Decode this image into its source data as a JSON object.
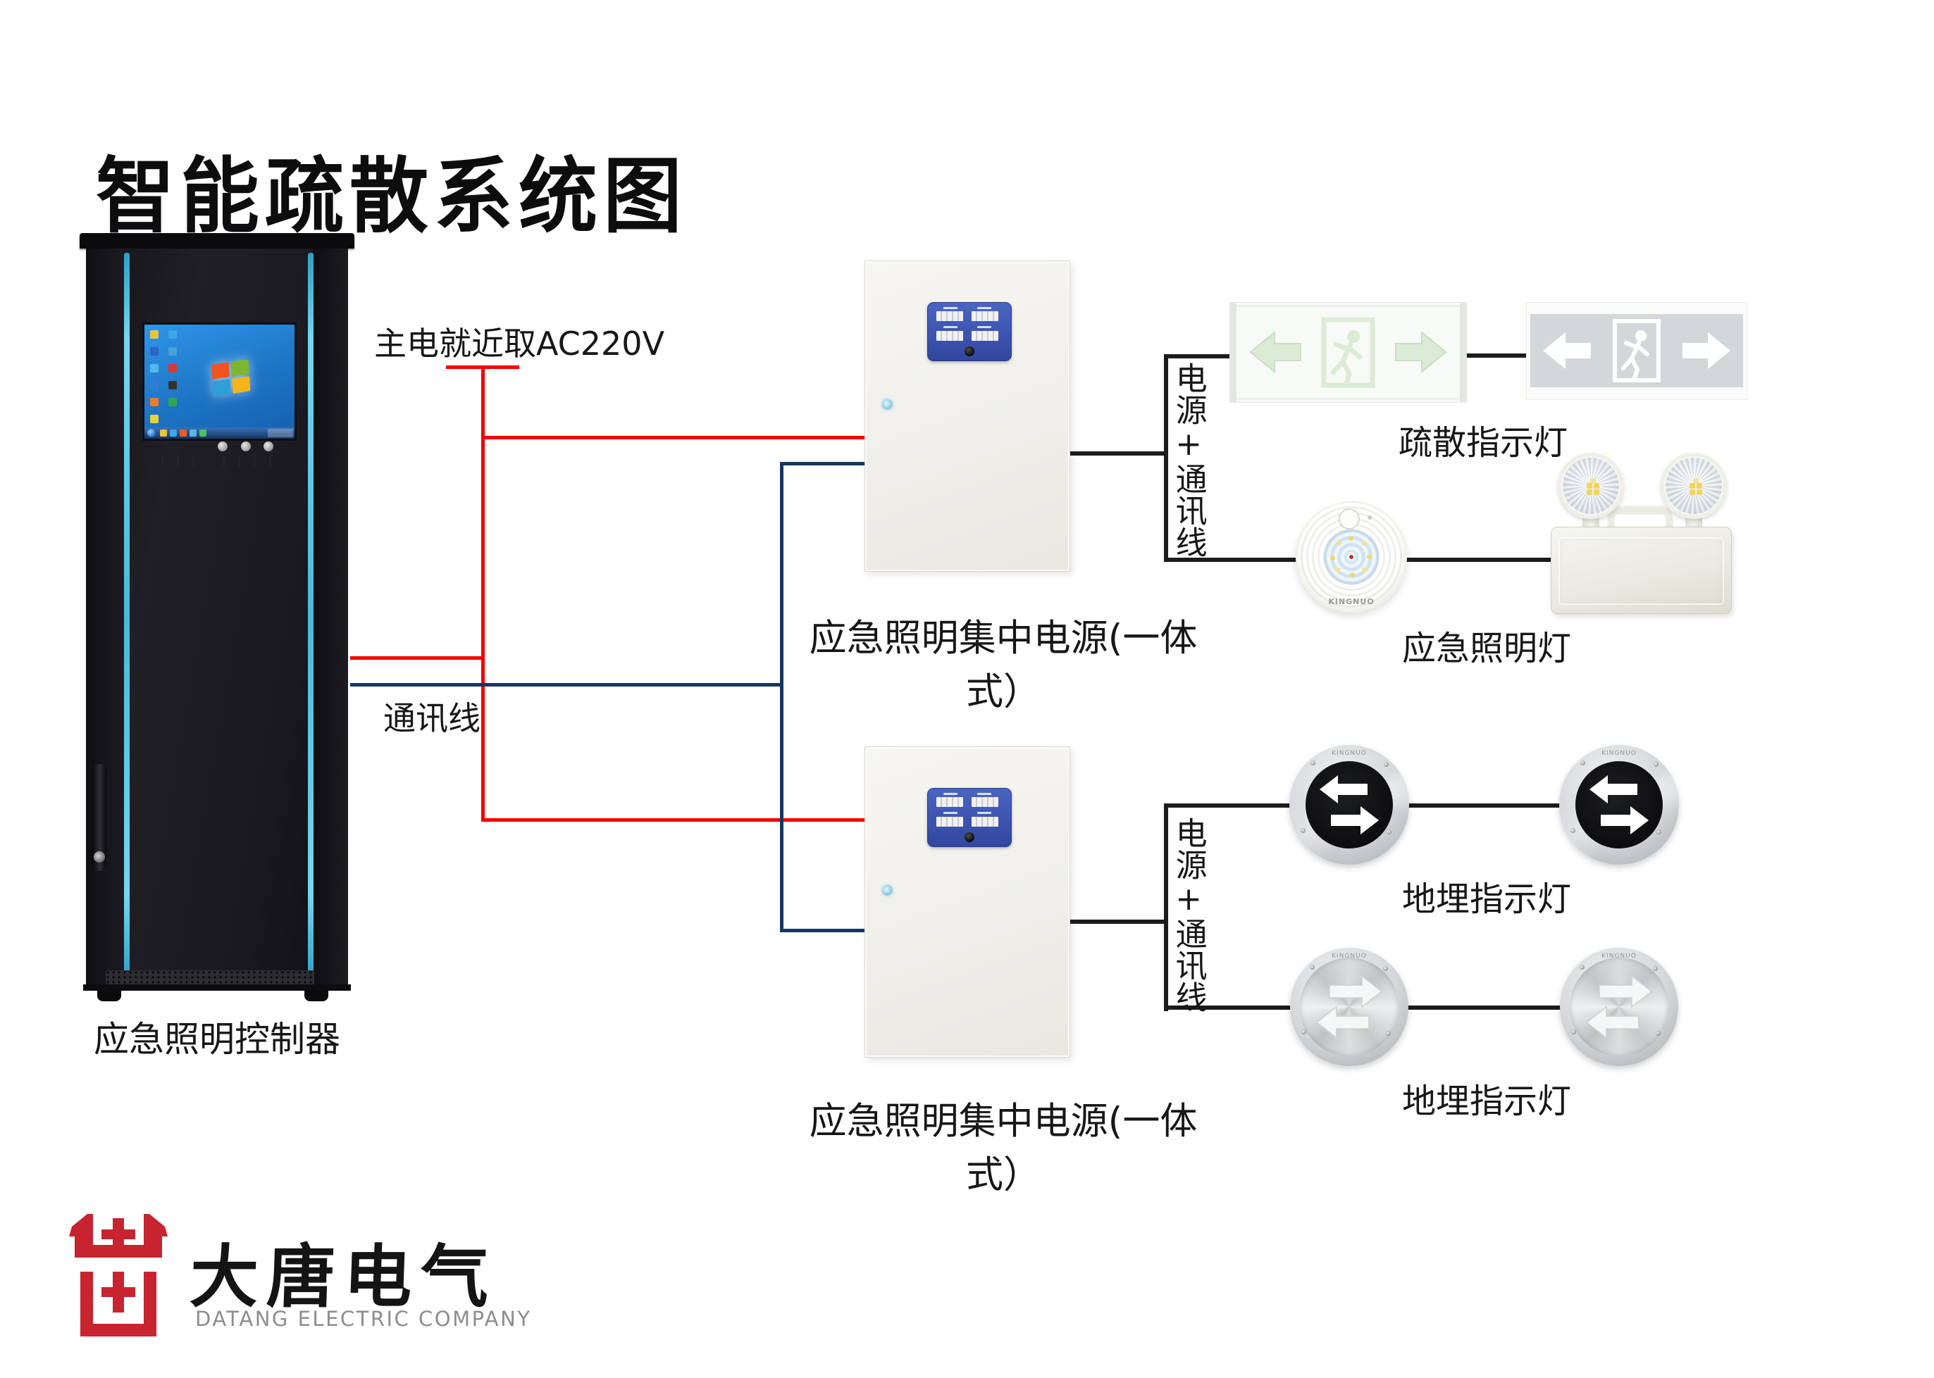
{
  "title": "智能疏散系统图",
  "controller": {
    "label": "应急照明控制器"
  },
  "wire_labels": {
    "main_power": "主电就近取AC220V",
    "comm": "通讯线",
    "power_comm": "电源+通讯线"
  },
  "power_supply": {
    "label": "应急照明集中电源(一体式）"
  },
  "devices": {
    "exit_sign_label": "疏散指示灯",
    "emergency_light_label": "应急照明灯",
    "buried_light_label": "地埋指示灯",
    "lamp_brand": "KINGNUO"
  },
  "logo": {
    "zh": "大唐电气",
    "en": "DATANG ELECTRIC COMPANY"
  },
  "colors": {
    "wire_red": "#f50000",
    "wire_blue": "#18375f",
    "wire_black": "#1c1c1c",
    "panel_blue": "#3d56b2",
    "cyan_trim": "#5cc6e4",
    "logo_red": "#c72430",
    "screen_blue": "#2188dd"
  }
}
